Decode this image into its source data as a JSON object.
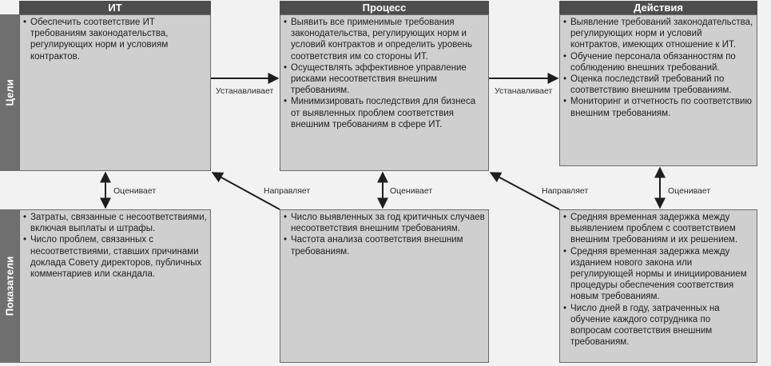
{
  "rows": {
    "goals": "Цели",
    "metrics": "Показатели"
  },
  "columns": [
    {
      "header": "ИТ",
      "goals": [
        "Обеспечить соответствие ИТ требованиям законодательства, регулирующих норм и условиям контрактов."
      ],
      "metrics": [
        "Затраты, связанные с несоответствиями, включая выплаты и штрафы.",
        "Число проблем, связанных с несоответствиями, ставших причинами доклада Совету директоров, публичных комментариев или скандала."
      ]
    },
    {
      "header": "Процесс",
      "goals": [
        "Выявить все применимые требования законодательства, регулирующих норм и условий контрактов и определить уровень соответствия им со стороны ИТ.",
        "Осуществлять эффективное управление рисками несоответствия внешним требованиям.",
        "Минимизировать последствия для бизнеса от выявленных проблем соответствия внешним требованиям в сфере ИТ."
      ],
      "metrics": [
        "Число выявленных за год критичных случаев несоответствия внешним требованиям.",
        "Частота анализа соответствия внешним требованиям."
      ]
    },
    {
      "header": "Действия",
      "goals": [
        "Выявление требований законодательства, регулирующих норм и условий контрактов, имеющих отношение к ИТ.",
        "Обучение персонала обязанностям по соблюдению внешних требований.",
        "Оценка последствий требований по соответствию внешним требованиям.",
        "Мониторинг и отчетность по соответствию внешним требованиям."
      ],
      "metrics": [
        "Средняя временная задержка между выявлением проблем с соответствием внешним требованиям и их решением.",
        "Средняя временная задержка между изданием нового закона или регулирующей нормы и инициированием процедуры обеспечения соответствия новым требованиям.",
        "Число дней в году, затраченных на обучение каждого сотрудника по вопросам соответствия внешним требованиям."
      ]
    }
  ],
  "labels": {
    "sets1": "Устанавливает",
    "sets2": "Устанавливает",
    "eval1": "Оценивает",
    "eval2": "Оценивает",
    "eval3": "Оценивает",
    "dir1": "Направляет",
    "dir2": "Направляет"
  }
}
